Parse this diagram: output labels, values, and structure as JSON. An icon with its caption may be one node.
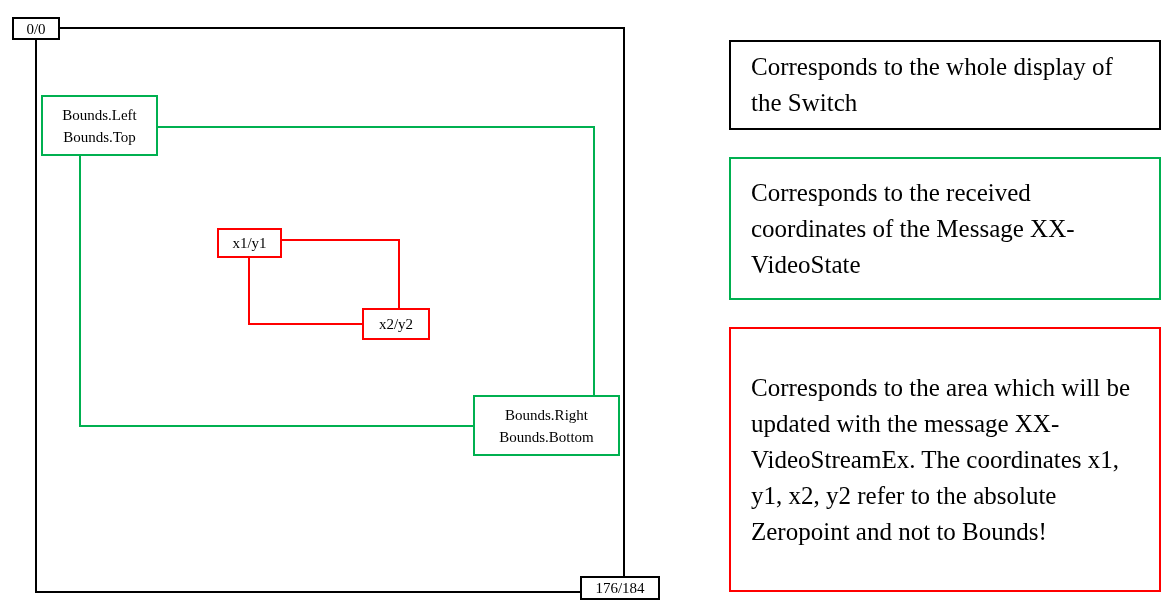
{
  "diagram": {
    "nodes": [
      {
        "text": [
          "0/0"
        ]
      },
      {
        "text": [
          "176/184"
        ]
      },
      {
        "text": [
          "Bounds.Left Bounds.Top"
        ]
      },
      {
        "text": [
          "Bounds.Right Bounds.Bottom"
        ]
      },
      {
        "text": [
          "x1/y1"
        ]
      },
      {
        "text": [
          "x2/y2"
        ]
      },
      {
        "text": [
          "Corresponds to the whole display of the Switch"
        ]
      },
      {
        "text": [
          "Corresponds to the received coordinates of the Message XX-VideoState"
        ]
      },
      {
        "text": [
          "Corresponds to the area which will be updated with the message XX-VideoStreamEx. The coordinates x1, y1, x2, y2 refer to the absolute Zeropoint and not to Bounds!"
        ]
      }
    ],
    "edges": [
      {
        "from": 0,
        "to": 1,
        "arrow": "none",
        "color": "#000000"
      },
      {
        "from": 0,
        "to": 1,
        "arrow": "none",
        "color": "#000000"
      },
      {
        "from": 2,
        "to": 3,
        "arrow": "none",
        "color": "#00b050"
      },
      {
        "from": 2,
        "to": 3,
        "arrow": "none",
        "color": "#00b050"
      },
      {
        "from": 4,
        "to": 5,
        "arrow": "none",
        "color": "#ff0000"
      },
      {
        "from": 4,
        "to": 5,
        "arrow": "none",
        "color": "#ff0000"
      }
    ]
  }
}
